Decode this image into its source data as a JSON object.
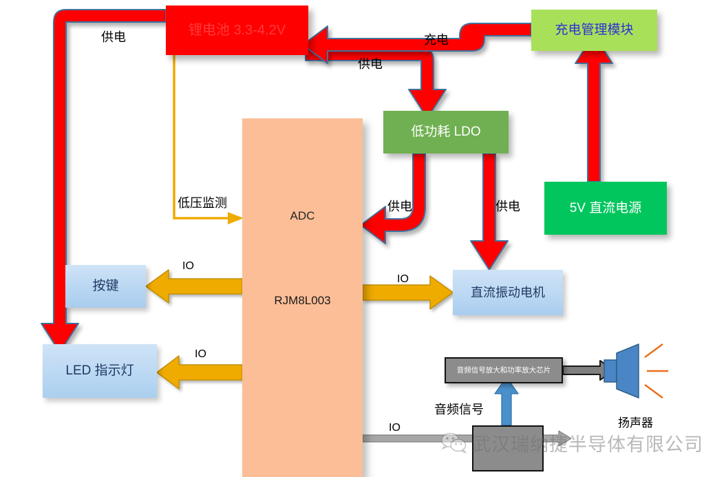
{
  "diagram": {
    "title": "RJM8L003 system block diagram",
    "nodes": {
      "battery": "锂电池 3.3-4.2V",
      "charger": "充电管理模块",
      "ldo": "低功耗 LDO",
      "dc5v": "5V 直流电源",
      "mcu_adc": "ADC",
      "mcu_part": "RJM8L003",
      "key": "按键",
      "led": "LED 指示灯",
      "motor": "直流振动电机",
      "amp": "音频信号放大和功率放大芯片",
      "speaker": "扬声器"
    },
    "edges": {
      "supply_left": "供电",
      "supply_ldo": "供电",
      "charge": "充电",
      "supply_mcu": "供电",
      "supply_motor": "供电",
      "low_voltage": "低压监测",
      "io_key": "IO",
      "io_motor": "IO",
      "io_led": "IO",
      "io_audio": "IO",
      "audio_signal": "音频信号"
    },
    "watermark": {
      "text": "武汉瑞纳捷半导体有限公司"
    },
    "colors": {
      "battery_fill": "#FE0000",
      "charger_fill": "#A9E05A",
      "ldo_fill": "#70B052",
      "dc5v_fill": "#00C65D",
      "mcu_fill": "#FCBE96",
      "blue_block_fill": "#B8D6F2",
      "amp_fill": "#8C8C8C",
      "red_arrow": "#FF0000",
      "orange_arrow": "#EFAA00",
      "gold_arrow": "#F0AB00",
      "blue_arrow": "#4A90CB",
      "gray_arrow": "#9A9A9A",
      "speaker_fill": "#4A86C5",
      "sound_wave": "#E8701A"
    }
  }
}
